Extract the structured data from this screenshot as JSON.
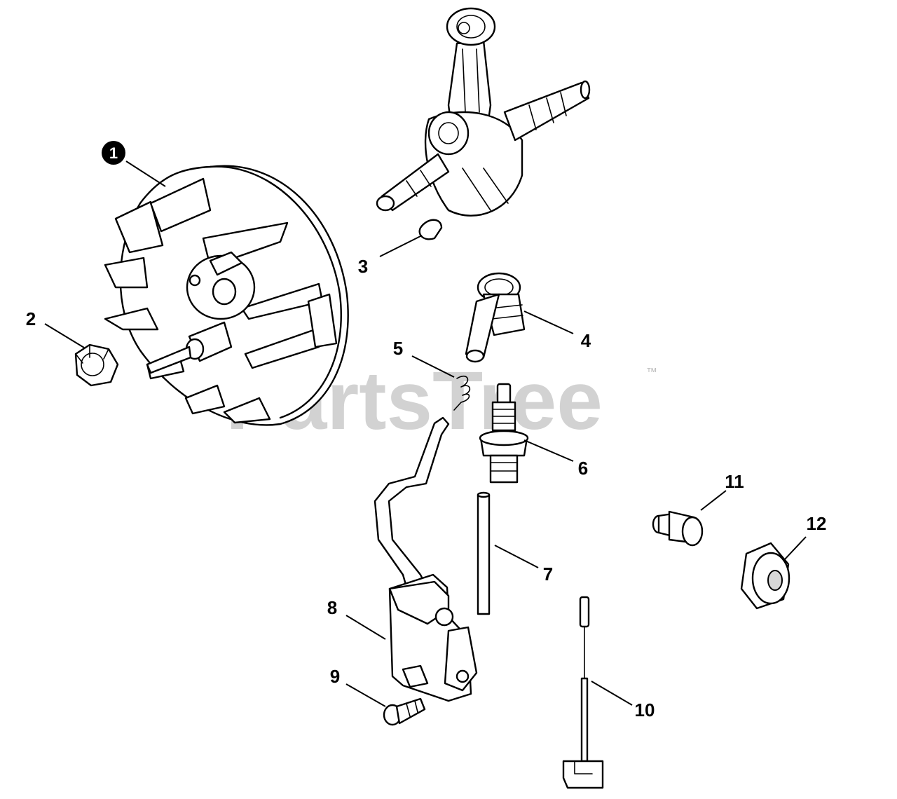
{
  "watermark": {
    "text": "PartsTree",
    "trademark": "™"
  },
  "callouts": [
    {
      "id": "1",
      "label": "1",
      "part": "flywheel",
      "highlighted": true
    },
    {
      "id": "2",
      "label": "2",
      "part": "flange-nut"
    },
    {
      "id": "3",
      "label": "3",
      "part": "woodruff-key"
    },
    {
      "id": "4",
      "label": "4",
      "part": "spark-plug-boot"
    },
    {
      "id": "5",
      "label": "5",
      "part": "spring"
    },
    {
      "id": "6",
      "label": "6",
      "part": "spark-plug"
    },
    {
      "id": "7",
      "label": "7",
      "part": "tube"
    },
    {
      "id": "8",
      "label": "8",
      "part": "ignition-coil"
    },
    {
      "id": "9",
      "label": "9",
      "part": "screw"
    },
    {
      "id": "10",
      "label": "10",
      "part": "stop-wire"
    },
    {
      "id": "11",
      "label": "11",
      "part": "grommet"
    },
    {
      "id": "12",
      "label": "12",
      "part": "cap"
    }
  ],
  "colors": {
    "line": "#000000",
    "watermark": "#d2d2d2",
    "callout_highlight": "#000000"
  }
}
